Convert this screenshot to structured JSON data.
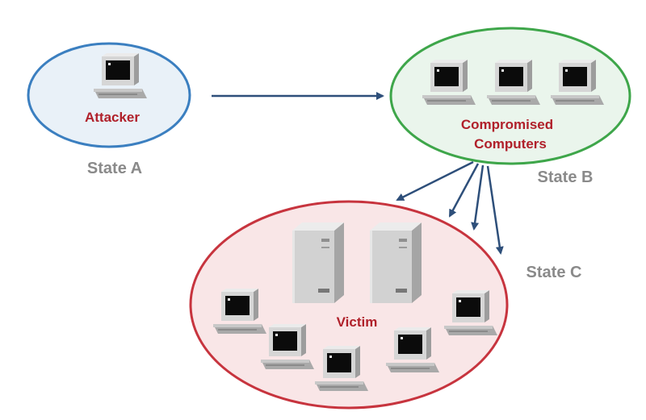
{
  "nodes": {
    "attacker": {
      "label": "Attacker",
      "state": "State A"
    },
    "compromised": {
      "label_line1": "Compromised",
      "label_line2": "Computers",
      "state": "State B"
    },
    "victim": {
      "label": "Victim",
      "state": "State C"
    }
  },
  "colors": {
    "attacker_outline": "#3b7fc0",
    "attacker_fill": "#e9f1f8",
    "compromised_outline": "#3ea64a",
    "compromised_fill": "#eaf5ec",
    "victim_outline": "#c7343e",
    "victim_fill": "#f9e6e7",
    "arrow": "#2e4f7a",
    "node_label": "#b0202a",
    "state_label": "#8a8a8a"
  },
  "icons": {
    "workstation": "desktop-computer-icon",
    "server": "server-tower-icon"
  }
}
